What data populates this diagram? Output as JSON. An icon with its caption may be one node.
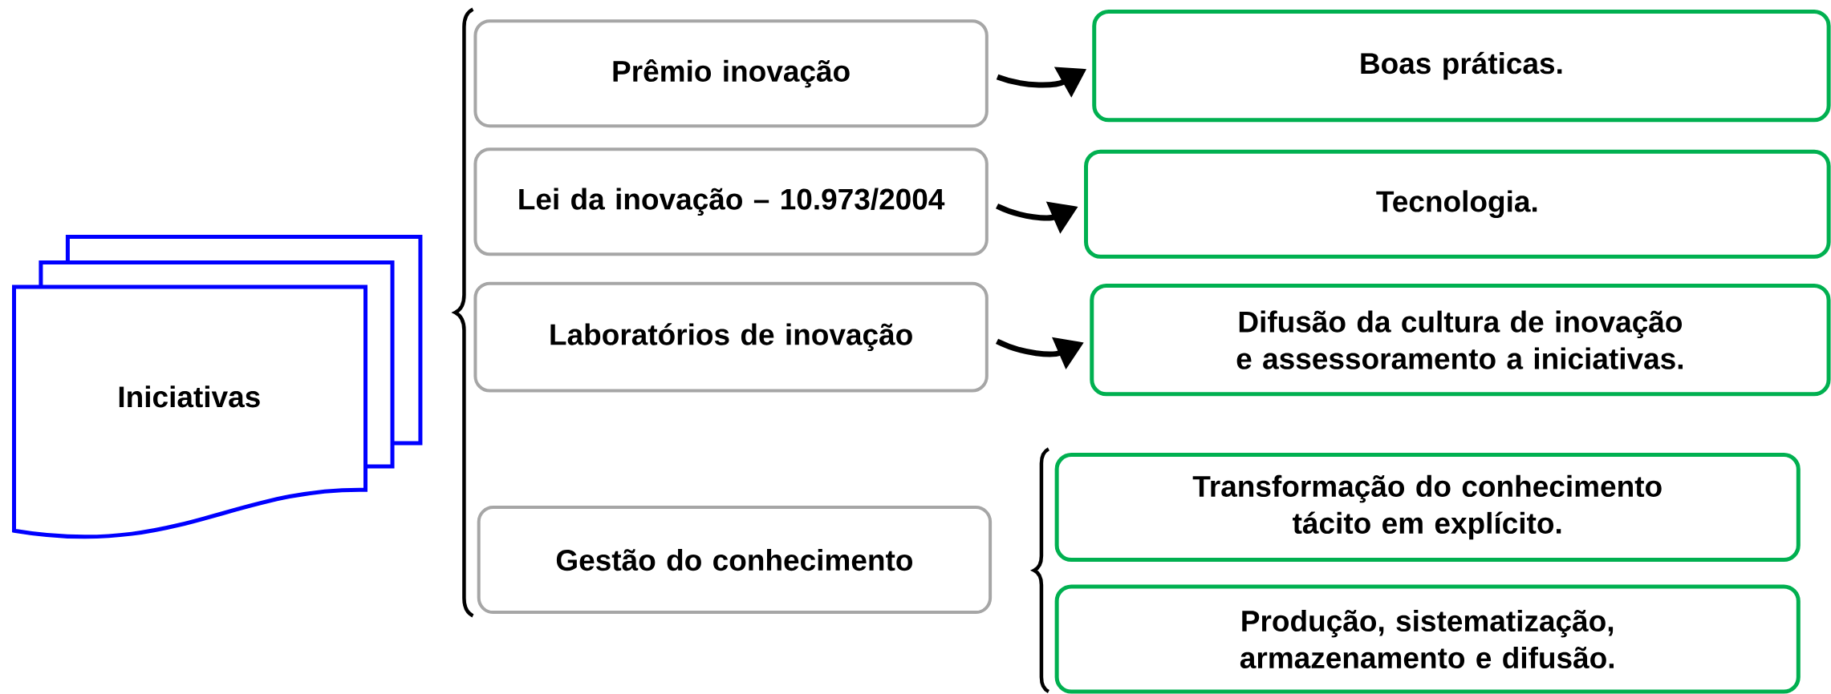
{
  "diagram": {
    "nodes": [
      {
        "text": [
          "Iniciativas"
        ]
      },
      {
        "text": [
          "Prêmio inovação"
        ]
      },
      {
        "text": [
          "Lei da inovação – 10.973/2004"
        ]
      },
      {
        "text": [
          "Laboratórios de inovação"
        ]
      },
      {
        "text": [
          "Gestão do conhecimento"
        ]
      },
      {
        "text": [
          "Boas práticas."
        ]
      },
      {
        "text": [
          "Tecnologia."
        ]
      },
      {
        "text": [
          "Difusão da cultura de inovação e assessoramento a iniciativas."
        ]
      },
      {
        "text": [
          "Transformação do conhecimento tácito em explícito."
        ]
      },
      {
        "text": [
          "Produção, sistematização, armazenamento e difusão."
        ]
      }
    ],
    "edges": [
      {
        "from": 1,
        "to": 5,
        "arrow": "to"
      },
      {
        "from": 2,
        "to": 6,
        "arrow": "to"
      },
      {
        "from": 3,
        "to": 7,
        "arrow": "to"
      }
    ]
  }
}
